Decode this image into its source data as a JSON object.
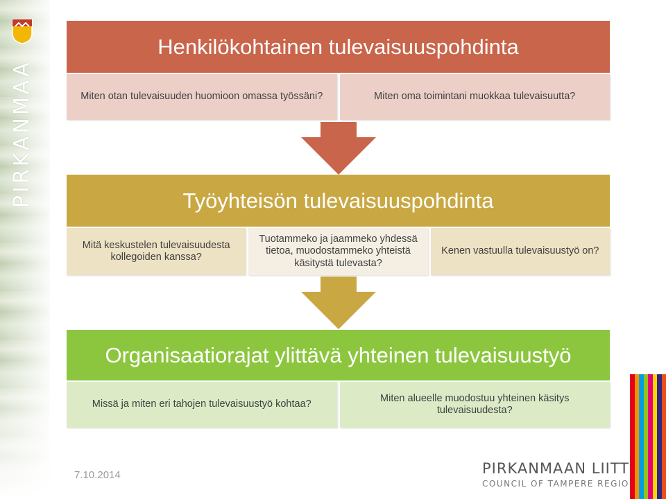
{
  "brand": {
    "vertical_name": "PIRKANMAA",
    "org_name": "PIRKANMAAN LIITTO",
    "org_sub": "COUNCIL OF TAMPERE REGION"
  },
  "level1": {
    "title": "Henkilökohtainen tulevaisuuspohdinta",
    "color": "#c9654b",
    "cells": [
      "Miten otan tulevaisuuden huomioon omassa työssäni?",
      "Miten oma toimintani muokkaa tulevaisuutta?"
    ]
  },
  "level2": {
    "title": "Työyhteisön tulevaisuuspohdinta",
    "color": "#c9a843",
    "cells": [
      "Mitä keskustelen tulevaisuudesta kollegoiden kanssa?",
      "Tuotammeko ja jaammeko yhdessä tietoa, muodostammeko yhteistä käsitystä tulevasta?",
      "Kenen vastuulla tulevaisuustyö on?"
    ]
  },
  "level3": {
    "title": "Organisaatiorajat ylittävä yhteinen tulevaisuustyö",
    "color": "#8cc63f",
    "cells": [
      "Missä ja miten eri tahojen tulevaisuustyö kohtaa?",
      "Miten alueelle muodostuu yhteinen käsitys tulevaisuudesta?"
    ]
  },
  "footer": {
    "date": "7.10.2014"
  },
  "icons": [
    "crest-icon",
    "down-arrow-icon"
  ]
}
